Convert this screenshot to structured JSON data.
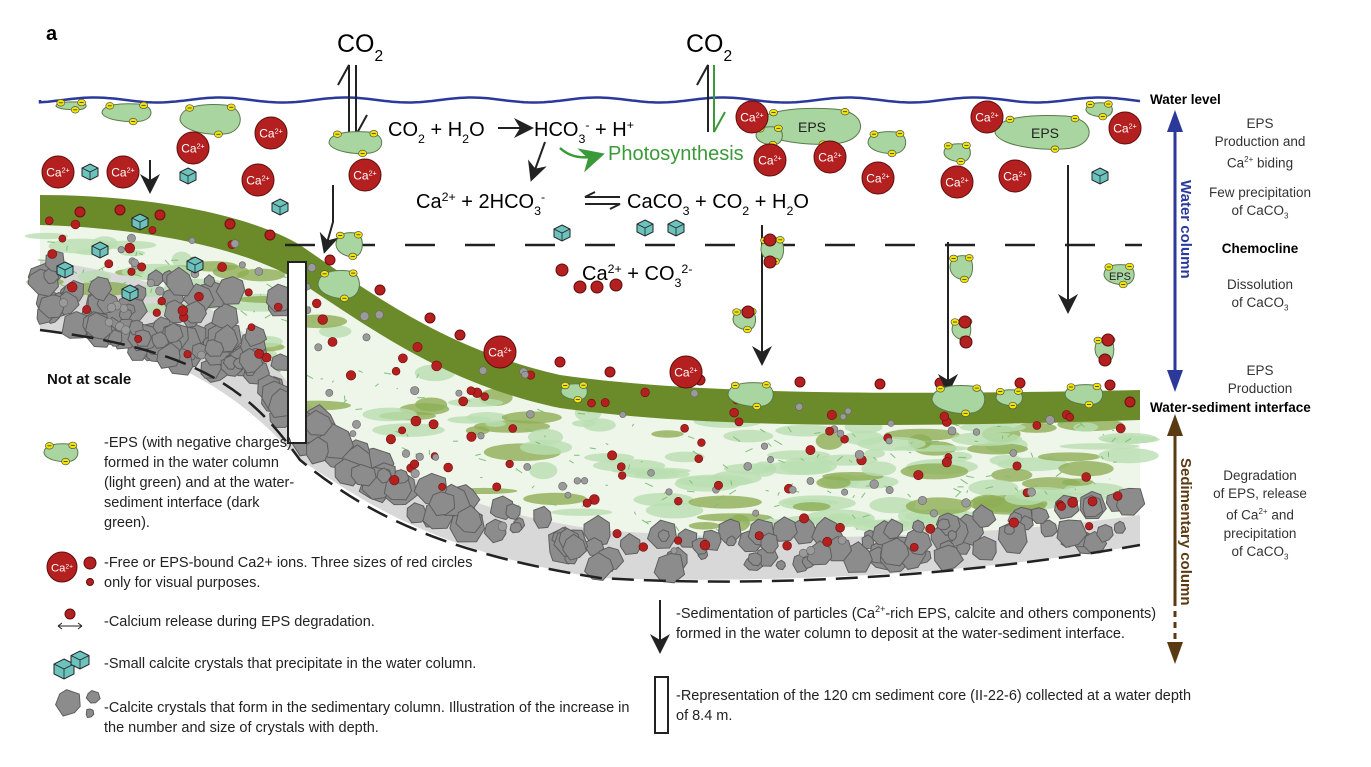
{
  "panel_label": "a",
  "not_at_scale": "Not at scale",
  "co2_left": [
    [
      "CO",
      ""
    ],
    [
      "2",
      "sub"
    ]
  ],
  "co2_right": [
    [
      "CO",
      ""
    ],
    [
      "2",
      "sub"
    ]
  ],
  "eq1": [
    [
      "CO",
      ""
    ],
    [
      "2",
      "sub"
    ],
    [
      " + H",
      ""
    ],
    [
      "2",
      "sub"
    ],
    [
      "O",
      ""
    ]
  ],
  "eq1_product": [
    [
      "HCO",
      ""
    ],
    [
      "3",
      "sub"
    ],
    [
      "-",
      "sup"
    ],
    [
      " + H",
      ""
    ],
    [
      "+",
      "sup"
    ]
  ],
  "photosynthesis": "Photosynthesis",
  "eq2_left": [
    [
      "Ca",
      ""
    ],
    [
      "2+",
      "sup"
    ],
    [
      " + 2HCO",
      ""
    ],
    [
      "3",
      "sub"
    ],
    [
      "-",
      "sup"
    ]
  ],
  "eq2_right": [
    [
      "CaCO",
      ""
    ],
    [
      "3",
      "sub"
    ],
    [
      " + CO",
      ""
    ],
    [
      "2",
      "sub"
    ],
    [
      " + H",
      ""
    ],
    [
      "2",
      "sub"
    ],
    [
      "O",
      ""
    ]
  ],
  "eq3": [
    [
      "Ca",
      ""
    ],
    [
      "2+",
      "sup"
    ],
    [
      " +  CO",
      ""
    ],
    [
      "3",
      "sub"
    ],
    [
      "2-",
      "sup"
    ]
  ],
  "ca_label": [
    [
      "Ca",
      ""
    ],
    [
      "2+",
      "sup"
    ]
  ],
  "eps_label": "EPS",
  "water_level": "Water level",
  "water_sediment_interface": "Water-sediment interface",
  "chemocline": "Chemocline",
  "water_column": "Water column",
  "sedimentary_column": "Sedimentary column",
  "right_notes": {
    "eps_production_binding": [
      [
        "EPS",
        ""
      ],
      [
        "\nProduction and\nCa",
        ""
      ],
      [
        "2+",
        "sup"
      ],
      [
        " biding",
        ""
      ]
    ],
    "few_precipitation": [
      [
        "Few precipitation\nof CaCO",
        ""
      ],
      [
        "3",
        "sub"
      ]
    ],
    "dissolution": [
      [
        "Dissolution\nof CaCO",
        ""
      ],
      [
        "3",
        "sub"
      ]
    ],
    "eps_production": [
      [
        "EPS\nProduction",
        ""
      ]
    ],
    "degradation": [
      [
        "Degradation\nof EPS, release\nof Ca",
        ""
      ],
      [
        "2+",
        "sup"
      ],
      [
        " and\nprecipitation\nof CaCO",
        ""
      ],
      [
        "3",
        "sub"
      ]
    ]
  },
  "legend": {
    "eps": [
      [
        "-EPS (with negative charges) formed in the water column (light green) and at the water-sediment interface (dark green).",
        ""
      ]
    ],
    "ca_ions": [
      [
        "-Free or EPS-bound Ca2+ ions. Three sizes of red circles only for visual purposes.",
        ""
      ]
    ],
    "ca_release": [
      [
        "-Calcium release during EPS degradation.",
        ""
      ]
    ],
    "small_calcite": [
      [
        "-Small calcite crystals that precipitate in the water column.",
        ""
      ]
    ],
    "sed_calcite": [
      [
        "-Calcite crystals that form in the sedimentary column. Illustration of the increase in the number and size of crystals with depth.",
        ""
      ]
    ],
    "sedimentation": [
      [
        "-Sedimentation of particles (Ca",
        ""
      ],
      [
        "2+",
        "sup"
      ],
      [
        "-rich EPS, calcite and others components) formed in the water column to deposit at the water-sediment interface.",
        ""
      ]
    ],
    "core": [
      [
        "-Representation of the 120 cm sediment core (II-22-6) collected at a water depth of 8.4 m.",
        ""
      ]
    ]
  },
  "colors": {
    "water": "#2b3a9a",
    "dark_green": "#6b8a2a",
    "light_green": "#a8d5a0",
    "ca_red": "#b3201f",
    "calcite": "#6cc2bd",
    "rock": "#8a8a8a",
    "sediment_arrow": "#5a3a12",
    "photosynthesis": "#3a9a3a"
  }
}
